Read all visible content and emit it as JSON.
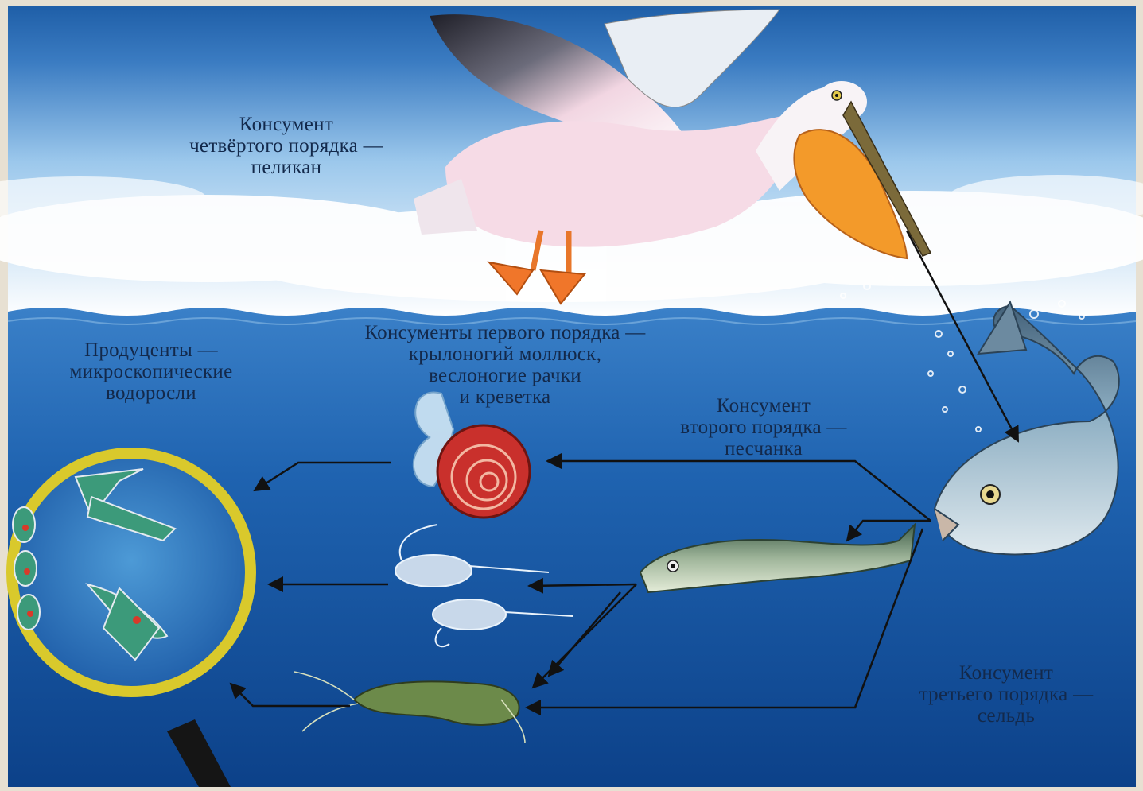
{
  "labels": {
    "pelican": [
      "Консумент",
      "четвёртого порядка —",
      "пеликан"
    ],
    "first_order": [
      "Консументы первого порядка —",
      "крылоногий моллюск,",
      "веслоногие рачки",
      "и креветка"
    ],
    "producers": [
      "Продуценты —",
      "микроскопические",
      "водоросли"
    ],
    "second_order": [
      "Консумент",
      "второго порядка —",
      "песчанка"
    ],
    "third_order": [
      "Консумент",
      "третьего порядка —",
      "сельдь"
    ]
  },
  "colors": {
    "sky_top": "#1e5ea8",
    "sky_light": "#8fc0e8",
    "cloud": "#ffffff",
    "sea_top": "#2f73bf",
    "sea_bottom": "#0b3f86",
    "text": "#13294b",
    "arrow": "#111111",
    "lens_rim": "#d9c92c",
    "pelican_pouch": "#f39a2a",
    "snail_shell": "#c9302c"
  }
}
